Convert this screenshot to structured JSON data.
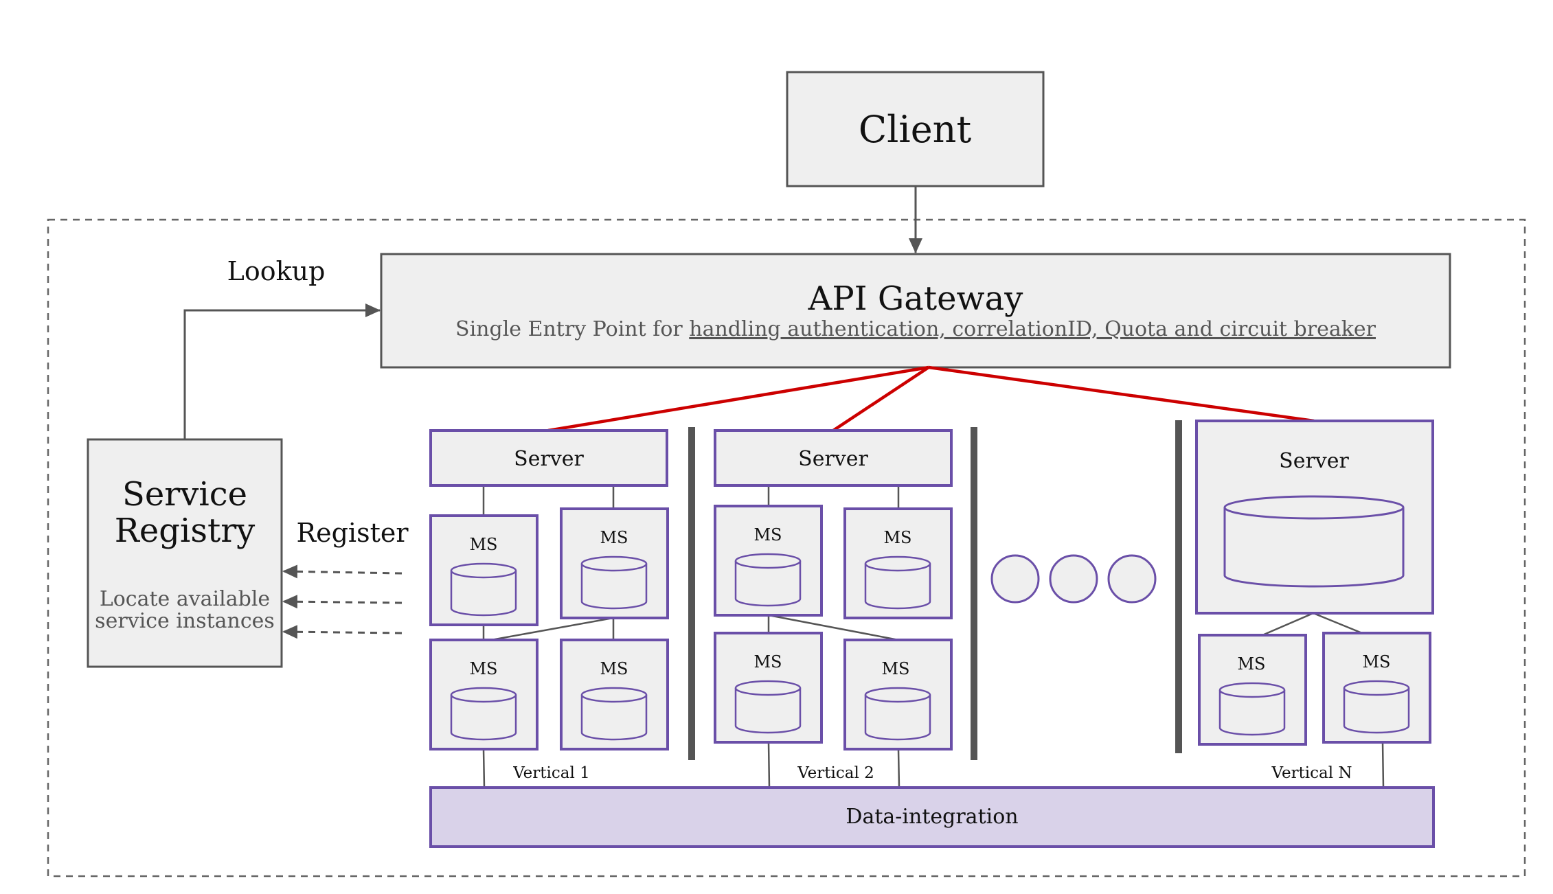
{
  "client": {
    "label": "Client"
  },
  "gateway": {
    "title": "API Gateway",
    "subtitle_prefix": "Single Entry Point for ",
    "subtitle_link": "handling authentication, correlationID, Quota and circuit breaker"
  },
  "registry": {
    "title_line1": "Service",
    "title_line2": "Registry",
    "desc_line1": "Locate available",
    "desc_line2": "service instances"
  },
  "labels": {
    "lookup": "Lookup",
    "register": "Register"
  },
  "verticals": [
    {
      "server": "Server",
      "name": "Vertical 1",
      "ms": [
        "MS",
        "MS",
        "MS",
        "MS"
      ]
    },
    {
      "server": "Server",
      "name": "Vertical 2",
      "ms": [
        "MS",
        "MS",
        "MS",
        "MS"
      ]
    },
    {
      "server": "Server",
      "name": "Vertical N",
      "ms": [
        "MS",
        "MS"
      ]
    }
  ],
  "data_integration": {
    "label": "Data-integration"
  },
  "colors": {
    "box_fill": "#efefef",
    "box_stroke": "#555555",
    "purple": "#6a4fa8",
    "lavender": "#d9d2e9",
    "red": "#cc0000",
    "divider": "#555555"
  }
}
